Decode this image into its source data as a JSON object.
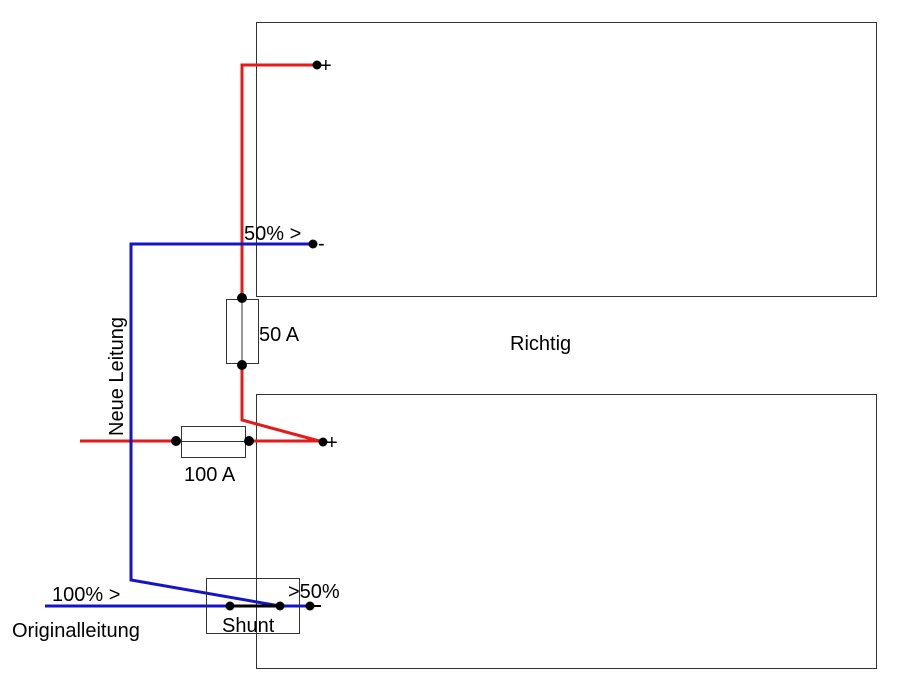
{
  "labels": {
    "top_terminal_plus": "+",
    "top_terminal_minus": "-",
    "bottom_terminal_plus": "+",
    "bottom_terminal_minus": "-",
    "new_line_share": "50% >",
    "fuse_small": "50 A",
    "fuse_large": "100 A",
    "status": "Richtig",
    "new_line": "Neue Leitung",
    "original_share": "100% >",
    "shunt_out_share": ">50%",
    "shunt": "Shunt",
    "original_line": "Originalleitung"
  },
  "colors": {
    "positive": "#e21b1b",
    "negative": "#1515c8",
    "outline": "#333333"
  }
}
